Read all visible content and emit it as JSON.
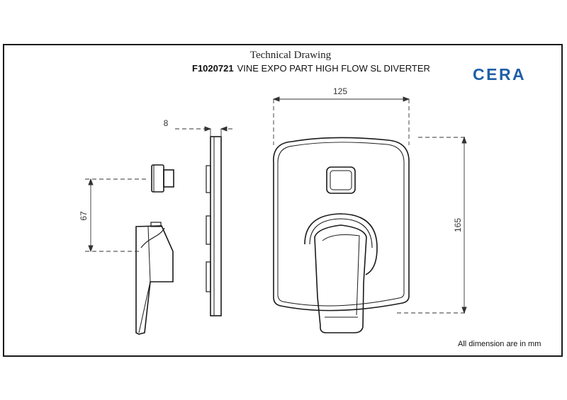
{
  "title": "Technical Drawing",
  "product": {
    "code": "F1020721",
    "name": "VINE EXPO PART HIGH FLOW SL DIVERTER"
  },
  "brand": {
    "logo_text": "CERA",
    "color": "#1f5fa8"
  },
  "dimensions": {
    "width": "125",
    "height": "165",
    "thickness": "8",
    "offset": "67"
  },
  "note": "All dimension are in mm"
}
